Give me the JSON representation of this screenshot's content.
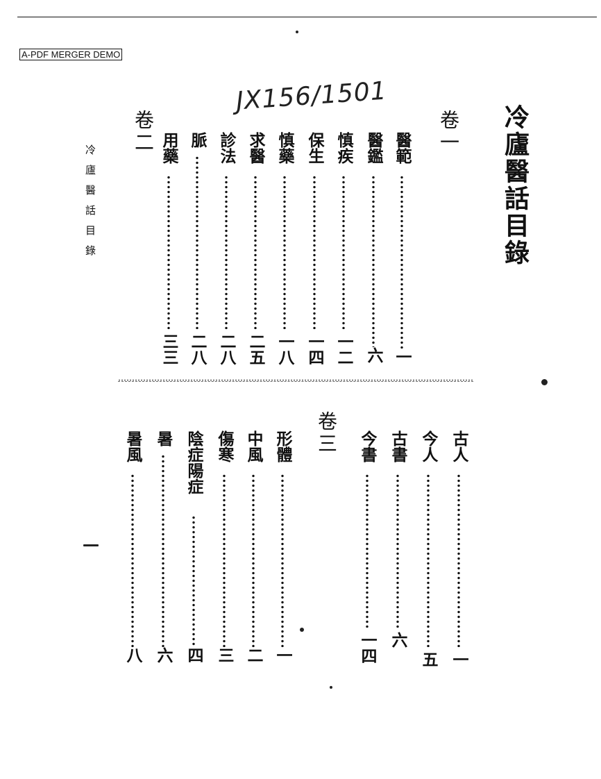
{
  "watermark": "A-PDF MERGER DEMO",
  "handwritten_mark": "JX156/1501",
  "book_title": "冷廬醫話目錄",
  "margin_label": "冷廬醫話目錄",
  "volume_1": {
    "heading": "卷一",
    "entries": [
      {
        "title": "醫範",
        "page": "一"
      },
      {
        "title": "醫鑑",
        "page": "六"
      },
      {
        "title": "慎疾",
        "page": "一二"
      },
      {
        "title": "保生",
        "page": "一四"
      },
      {
        "title": "慎藥",
        "page": "一八"
      },
      {
        "title": "求醫",
        "page": "二五"
      },
      {
        "title": "診法",
        "page": "二八"
      },
      {
        "title": "脈",
        "page": "二八"
      },
      {
        "title": "用藥",
        "page": "三三"
      }
    ]
  },
  "volume_2_heading": "卷二",
  "volume_2": {
    "heading": "卷二",
    "entries": [
      {
        "title": "古人",
        "page": "一"
      },
      {
        "title": "今人",
        "page": "五"
      },
      {
        "title": "古書",
        "page": "六"
      },
      {
        "title": "今書",
        "page": "一四"
      }
    ]
  },
  "volume_3": {
    "heading": "卷三",
    "entries": [
      {
        "title": "形體",
        "page": "一"
      },
      {
        "title": "中風",
        "page": "二"
      },
      {
        "title": "傷寒",
        "page": "三"
      },
      {
        "title": "陰症陽症",
        "page": "四"
      },
      {
        "title": "暑",
        "page": "六"
      },
      {
        "title": "暑風",
        "page": "八"
      }
    ]
  }
}
